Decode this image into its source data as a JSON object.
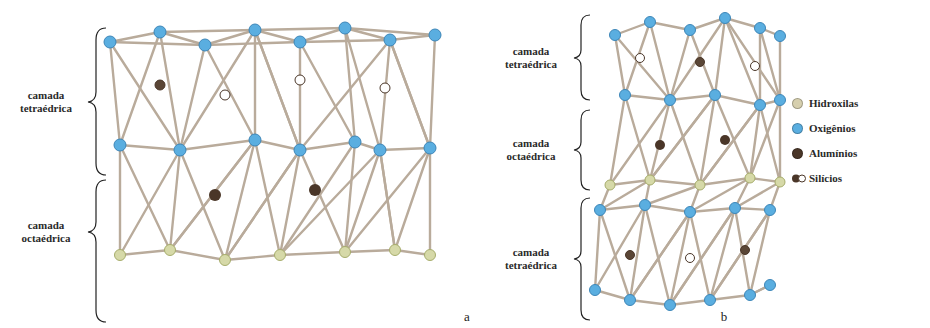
{
  "diagram": {
    "labels": [
      "camada tetraédrica",
      "camada octaédrica",
      "a",
      "camada tetraédrica",
      "camada octaédrica",
      "camada tetraédrica",
      "b"
    ],
    "legend": [
      {
        "text": "Hidroxilas",
        "color": "#d6cfae"
      },
      {
        "text": "Oxigênios",
        "color": "#5aaee0"
      },
      {
        "text": "Alumínios",
        "color": "#4a3628"
      },
      {
        "text": "Silícios"
      }
    ]
  }
}
